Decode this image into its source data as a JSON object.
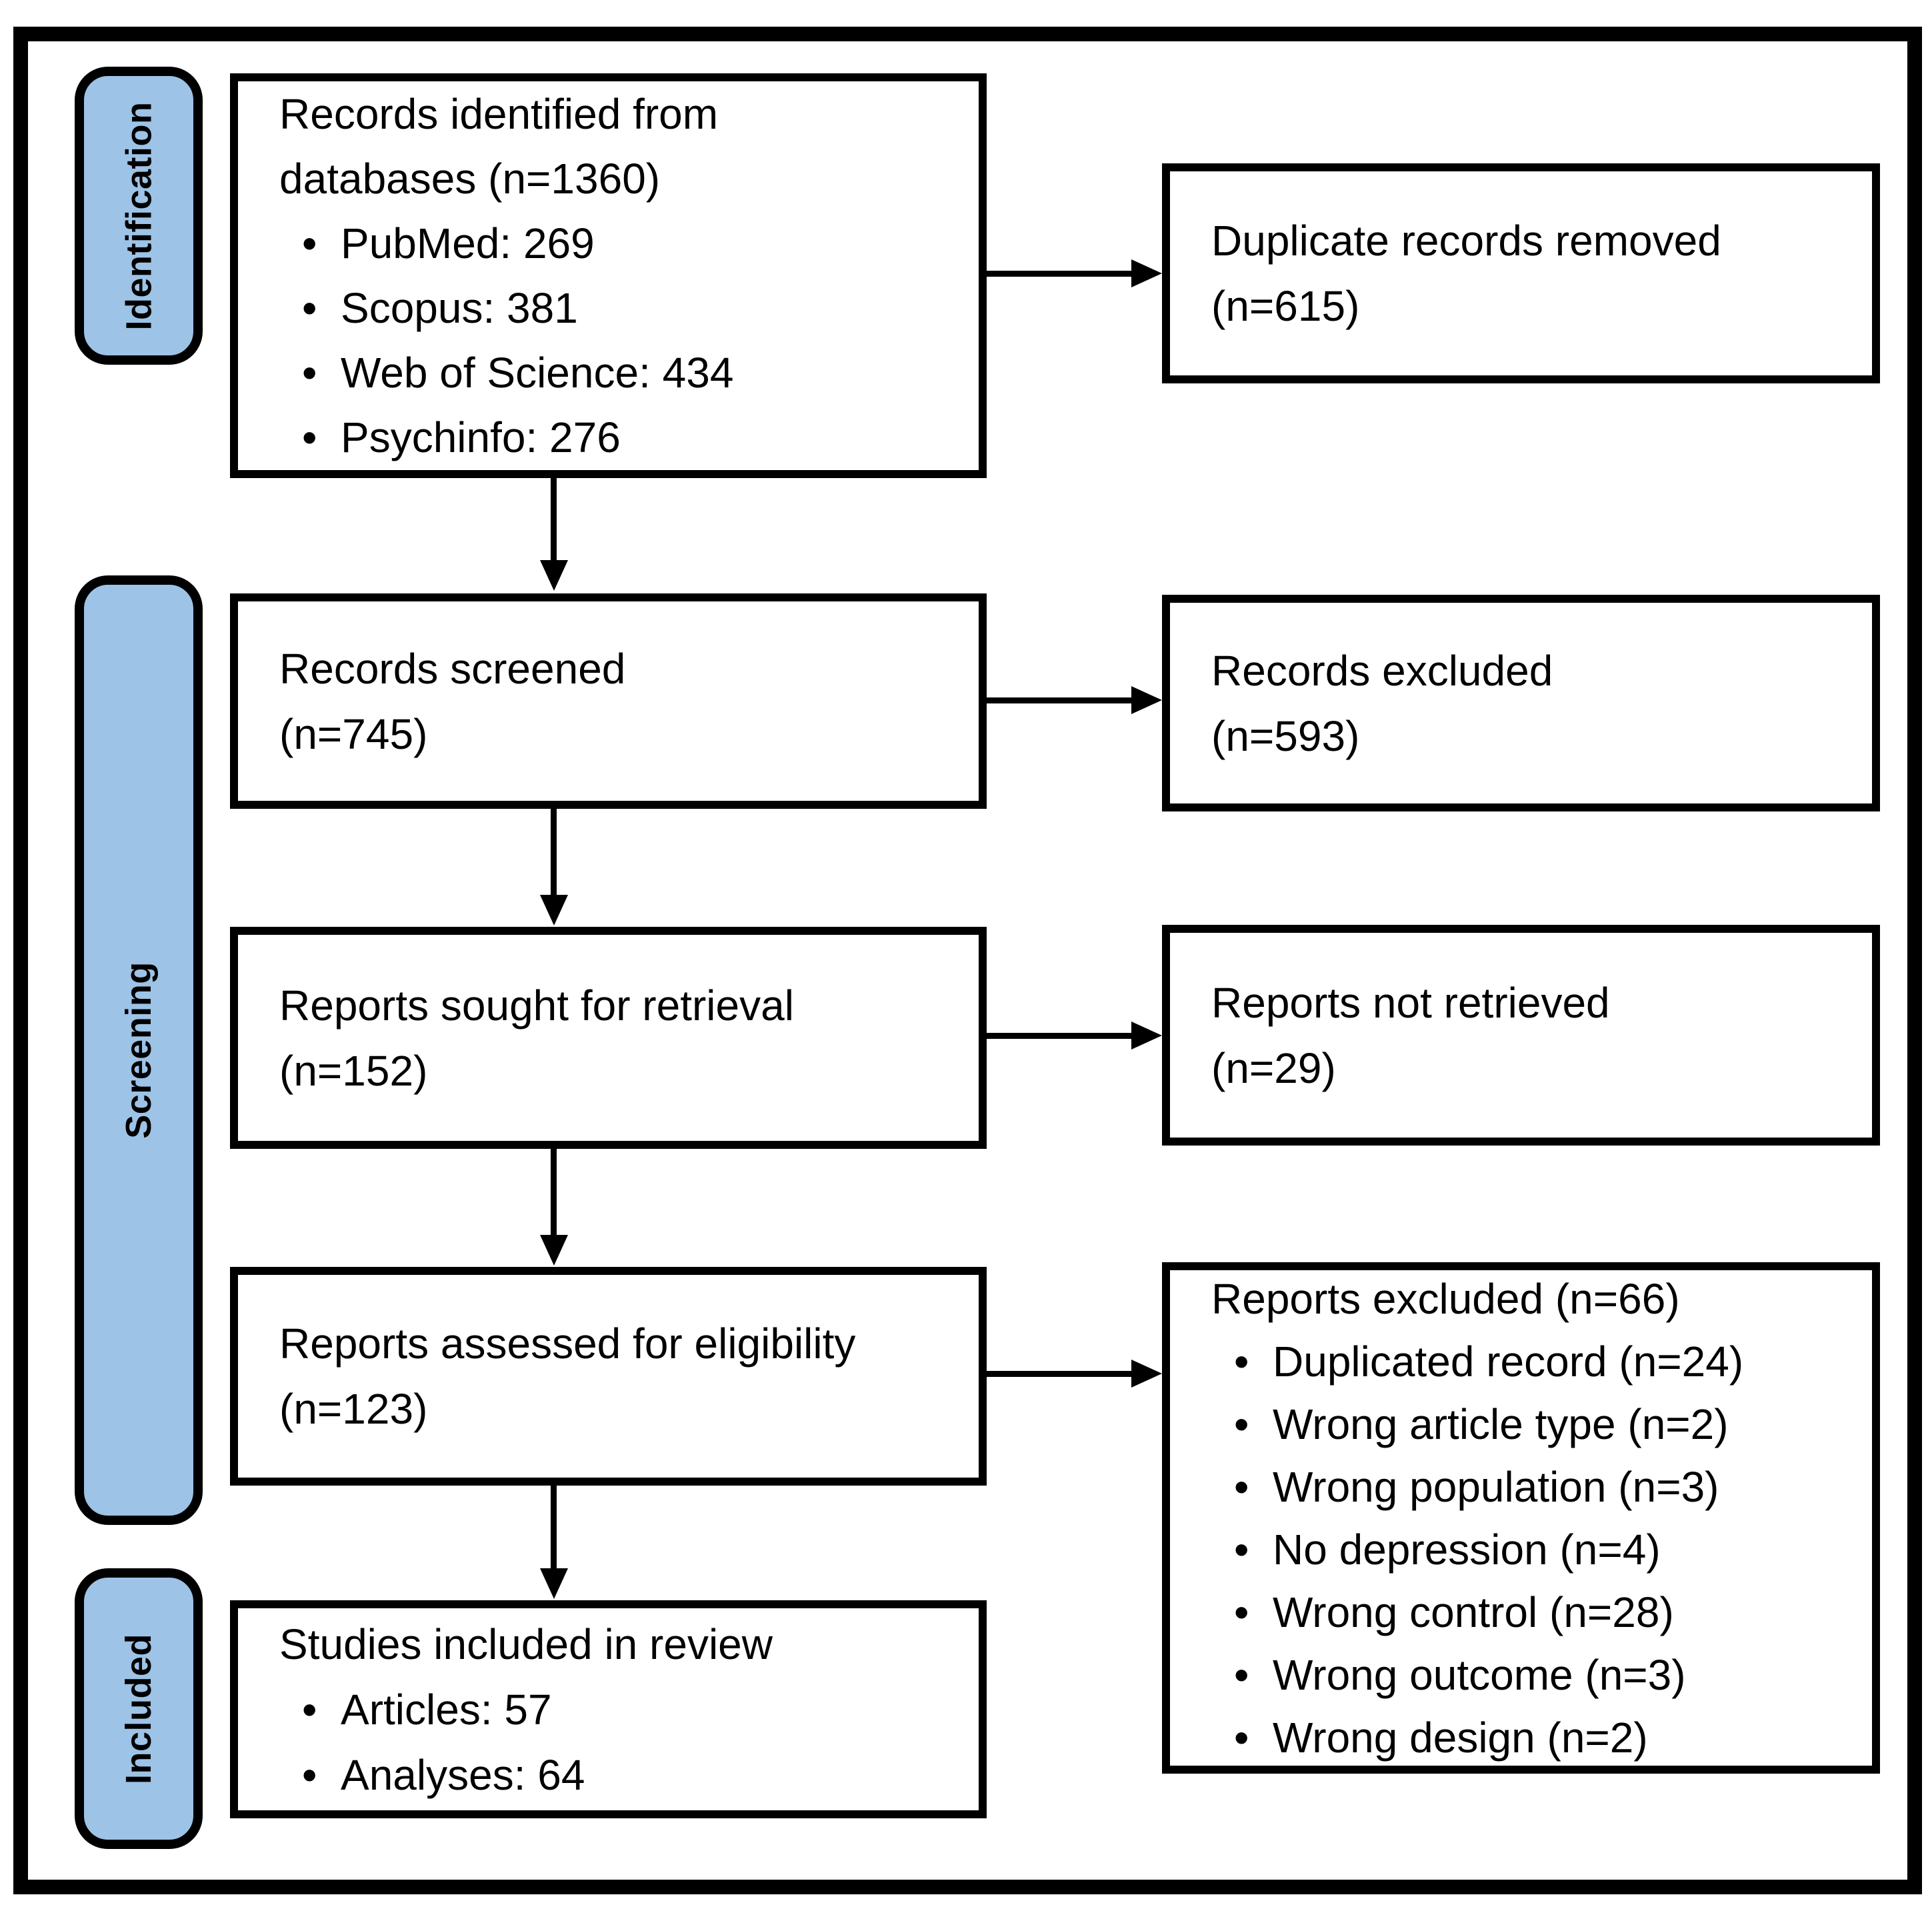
{
  "figure_type": "PRISMA flow diagram",
  "stages": [
    {
      "label": "Identification"
    },
    {
      "label": "Screening"
    },
    {
      "label": "Included"
    }
  ],
  "boxes": {
    "identified": {
      "lines": [
        "Records identified from",
        "databases (n=1360)"
      ],
      "bullets": [
        "PubMed: 269",
        "Scopus: 381",
        "Web of Science: 434",
        "Psychinfo: 276"
      ]
    },
    "duplicates_removed": {
      "lines": [
        "Duplicate records removed",
        "(n=615)"
      ]
    },
    "screened": {
      "lines": [
        "Records screened",
        "(n=745)"
      ]
    },
    "records_excluded": {
      "lines": [
        "Records excluded",
        "(n=593)"
      ]
    },
    "sought": {
      "lines": [
        "Reports sought for retrieval",
        "(n=152)"
      ]
    },
    "not_retrieved": {
      "lines": [
        "Reports not retrieved",
        "(n=29)"
      ]
    },
    "assessed": {
      "lines": [
        "Reports assessed for eligibility",
        "(n=123)"
      ]
    },
    "reports_excluded": {
      "lines": [
        "Reports excluded (n=66)"
      ],
      "bullets": [
        "Duplicated record (n=24)",
        "Wrong article type (n=2)",
        "Wrong population (n=3)",
        "No depression (n=4)",
        "Wrong control (n=28)",
        "Wrong outcome (n=3)",
        "Wrong design (n=2)"
      ]
    },
    "studies_included": {
      "lines": [
        "Studies included in review"
      ],
      "bullets": [
        "Articles: 57",
        "Analyses: 64"
      ]
    }
  },
  "glyphs": {
    "bullet": "•"
  },
  "colors": {
    "stage_fill": "#9DC3E6",
    "border": "#000000",
    "background": "#FFFFFF",
    "text": "#000000"
  }
}
